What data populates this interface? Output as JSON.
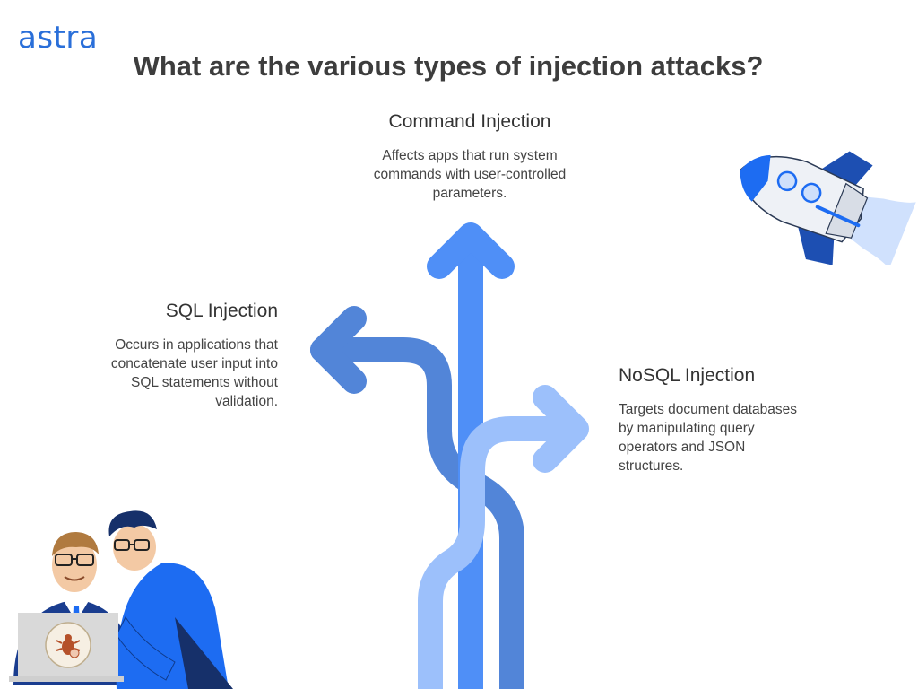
{
  "brand": {
    "logo_text": "astra"
  },
  "title": "What are the various types of injection attacks?",
  "types": [
    {
      "key": "command",
      "title": "Command Injection",
      "description": "Affects apps that run system commands with user-controlled parameters.",
      "color": "#4f8ff7"
    },
    {
      "key": "sql",
      "title": "SQL Injection",
      "description": "Occurs in applications that concatenate user input into SQL statements without validation.",
      "color": "#5285d8"
    },
    {
      "key": "nosql",
      "title": "NoSQL Injection",
      "description": "Targets document databases by manipulating query operators and JSON structures.",
      "color": "#9cc0fb"
    }
  ],
  "icons": {
    "rocket": "rocket-icon",
    "people": "people-at-laptop-illustration",
    "bug": "bug-icon"
  }
}
